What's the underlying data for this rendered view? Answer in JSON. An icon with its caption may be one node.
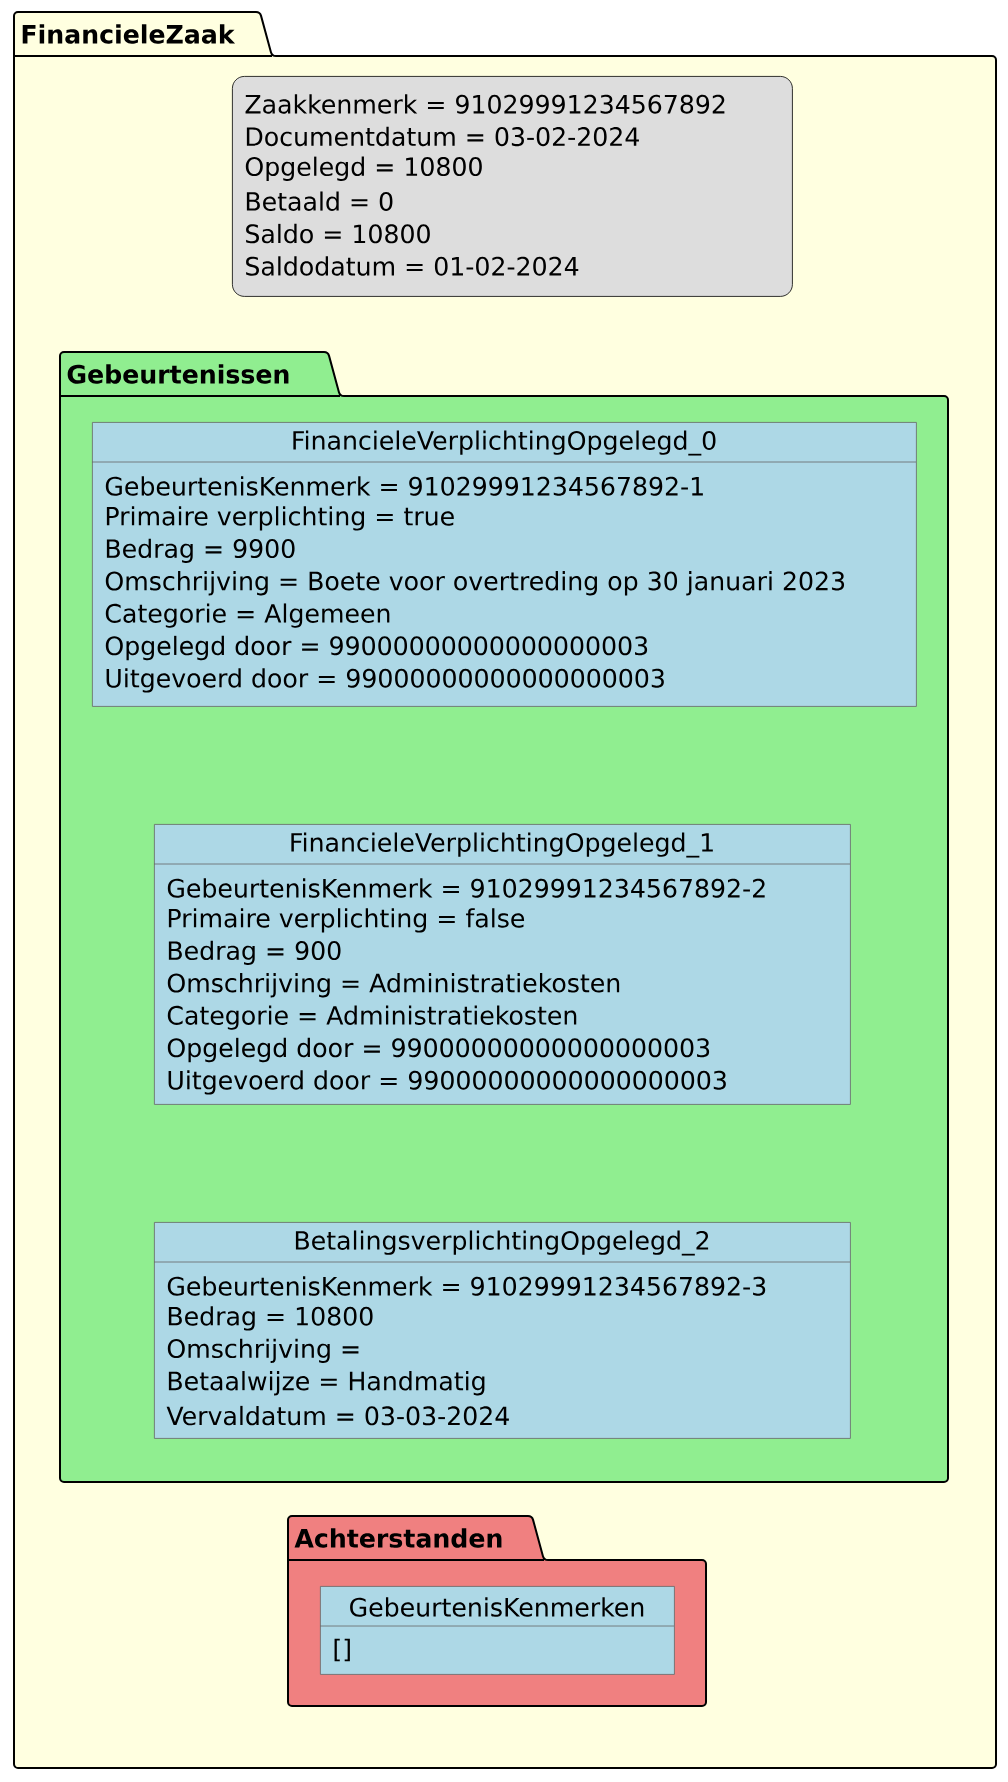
{
  "diagram": {
    "nodes": [
      {
        "text": [
          "FinancieleZaak"
        ]
      },
      {
        "text": [
          "Zaakkenmerk = 91029991234567892",
          "Documentdatum = 03-02-2024",
          "Opgelegd = 10800",
          "Betaald = 0",
          "Saldo = 10800",
          "Saldodatum = 01-02-2024"
        ],
        "in": 0
      },
      {
        "text": [
          "Gebeurtenissen"
        ],
        "in": 0
      },
      {
        "text": [
          "FinancieleVerplichtingOpgelegd_0",
          "GebeurtenisKenmerk = 91029991234567892-1",
          "Primaire verplichting = true",
          "Bedrag = 9900",
          "Omschrijving = Boete voor overtreding op 30 januari 2023",
          "Categorie = Algemeen",
          "Opgelegd door = 99000000000000000003",
          "Uitgevoerd door = 99000000000000000003"
        ],
        "in": 2
      },
      {
        "text": [
          "FinancieleVerplichtingOpgelegd_1",
          "GebeurtenisKenmerk = 91029991234567892-2",
          "Primaire verplichting = false",
          "Bedrag = 900",
          "Omschrijving = Administratiekosten",
          "Categorie = Administratiekosten",
          "Opgelegd door = 99000000000000000003",
          "Uitgevoerd door = 99000000000000000003"
        ],
        "in": 2
      },
      {
        "text": [
          "BetalingsverplichtingOpgelegd_2",
          "GebeurtenisKenmerk = 91029991234567892-3",
          "Bedrag = 10800",
          "Omschrijving =",
          "Betaalwijze = Handmatig",
          "Vervaldatum = 03-03-2024"
        ],
        "in": 2
      },
      {
        "text": [
          "Achterstanden"
        ],
        "in": 0
      },
      {
        "text": [
          "GebeurtenisKenmerken",
          "[]"
        ],
        "in": 6
      }
    ]
  }
}
